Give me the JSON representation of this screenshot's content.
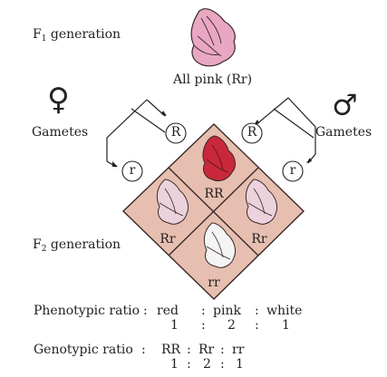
{
  "f1": {
    "label_main": "F",
    "label_sub": "1",
    "label_rest": " generation",
    "caption": "All pink (Rr)"
  },
  "f2": {
    "label_main": "F",
    "label_sub": "2",
    "label_rest": " generation"
  },
  "female": {
    "symbol": "♀",
    "label": "Gametes"
  },
  "male": {
    "symbol": "♂",
    "label": "Gametes"
  },
  "gametes": {
    "left_top": "R",
    "left_bottom": "r",
    "right_top": "R",
    "right_bottom": "r"
  },
  "grid": {
    "top": "RR",
    "left": "Rr",
    "right": "Rr",
    "bottom": "rr"
  },
  "colors": {
    "grid_fill": "#e7bfb1",
    "grid_stroke": "#3a2a28",
    "pink_flower": "#e9a7c4",
    "red_flower": "#c8283a",
    "white_flower": "#f4f4f4"
  },
  "phenotypic": {
    "label": "Phenotypic ratio",
    "sep": ":",
    "items": [
      "red",
      "pink",
      "white"
    ],
    "values": [
      "1",
      "2",
      "1"
    ],
    "value_sep": ":"
  },
  "genotypic": {
    "label": "Genotypic ratio",
    "sep": ":",
    "items": [
      "RR",
      "Rr",
      "rr"
    ],
    "values": [
      "1",
      "2",
      "1"
    ],
    "value_sep": ":"
  }
}
